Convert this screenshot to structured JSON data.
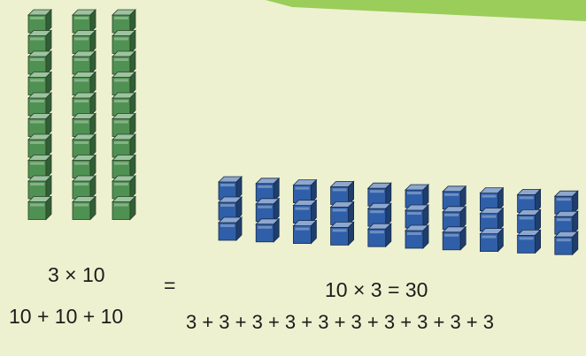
{
  "left_group": {
    "columns": 3,
    "blocks_per_column": 10,
    "color": "#4f9152"
  },
  "right_group": {
    "columns": 10,
    "blocks_per_column": 3,
    "color": "#2f5fa8"
  },
  "captions": {
    "left_multiplication": "3 × 10",
    "equals": "=",
    "right_multiplication": "10 × 3 = 30",
    "left_addition": "10 + 10 + 10",
    "right_addition": "3 + 3 + 3 + 3 + 3 + 3 + 3 + 3 + 3 + 3"
  },
  "colors": {
    "background": "#eef1cf",
    "top_band": "#9acd5a"
  }
}
